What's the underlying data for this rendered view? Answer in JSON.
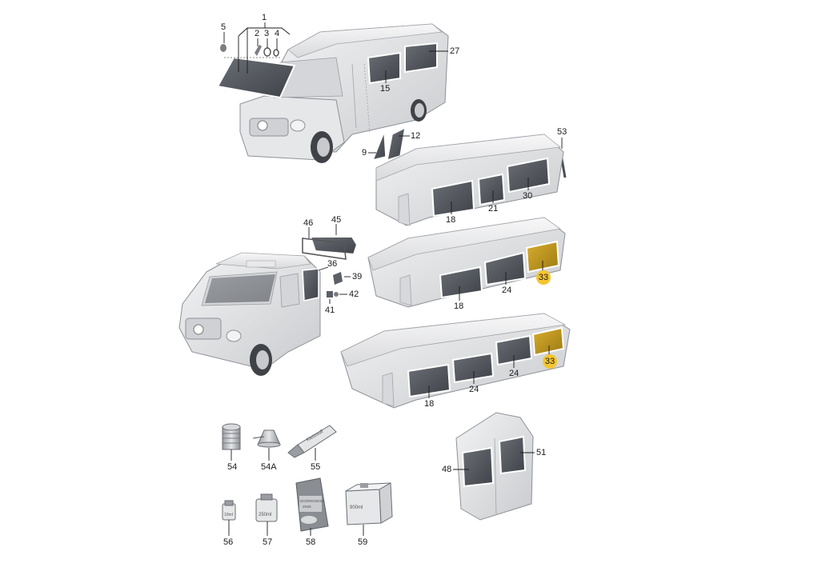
{
  "colors": {
    "body_fill": "#e3e4e6",
    "body_stroke": "#8e9196",
    "glass_fill": "#5b5f66",
    "glass_frame": "#ffffff",
    "highlight_glass": "#c49a1c",
    "highlight_marker": "#f3c530",
    "line": "#1a1a1a"
  },
  "parts": [
    {
      "num": "1"
    },
    {
      "num": "2"
    },
    {
      "num": "3"
    },
    {
      "num": "4"
    },
    {
      "num": "5"
    },
    {
      "num": "27"
    },
    {
      "num": "15"
    },
    {
      "num": "9"
    },
    {
      "num": "12"
    },
    {
      "num": "53"
    },
    {
      "num": "18"
    },
    {
      "num": "21"
    },
    {
      "num": "30"
    },
    {
      "num": "46"
    },
    {
      "num": "45"
    },
    {
      "num": "36"
    },
    {
      "num": "39"
    },
    {
      "num": "42"
    },
    {
      "num": "41"
    },
    {
      "num": "33",
      "highlighted": true
    },
    {
      "num": "24"
    },
    {
      "num": "18"
    },
    {
      "num": "33",
      "highlighted": true
    },
    {
      "num": "24"
    },
    {
      "num": "24"
    },
    {
      "num": "18"
    },
    {
      "num": "54"
    },
    {
      "num": "54A"
    },
    {
      "num": "55"
    },
    {
      "num": "48"
    },
    {
      "num": "51"
    },
    {
      "num": "56"
    },
    {
      "num": "57"
    },
    {
      "num": "58"
    },
    {
      "num": "59"
    }
  ],
  "container_labels": {
    "tube": "Klebstoff",
    "small_bottle": "10ml",
    "mid_bottle": "250ml",
    "pouch_line1": "DOOREGIESS",
    "pouch_line2": "25stk",
    "can": "900ml"
  }
}
